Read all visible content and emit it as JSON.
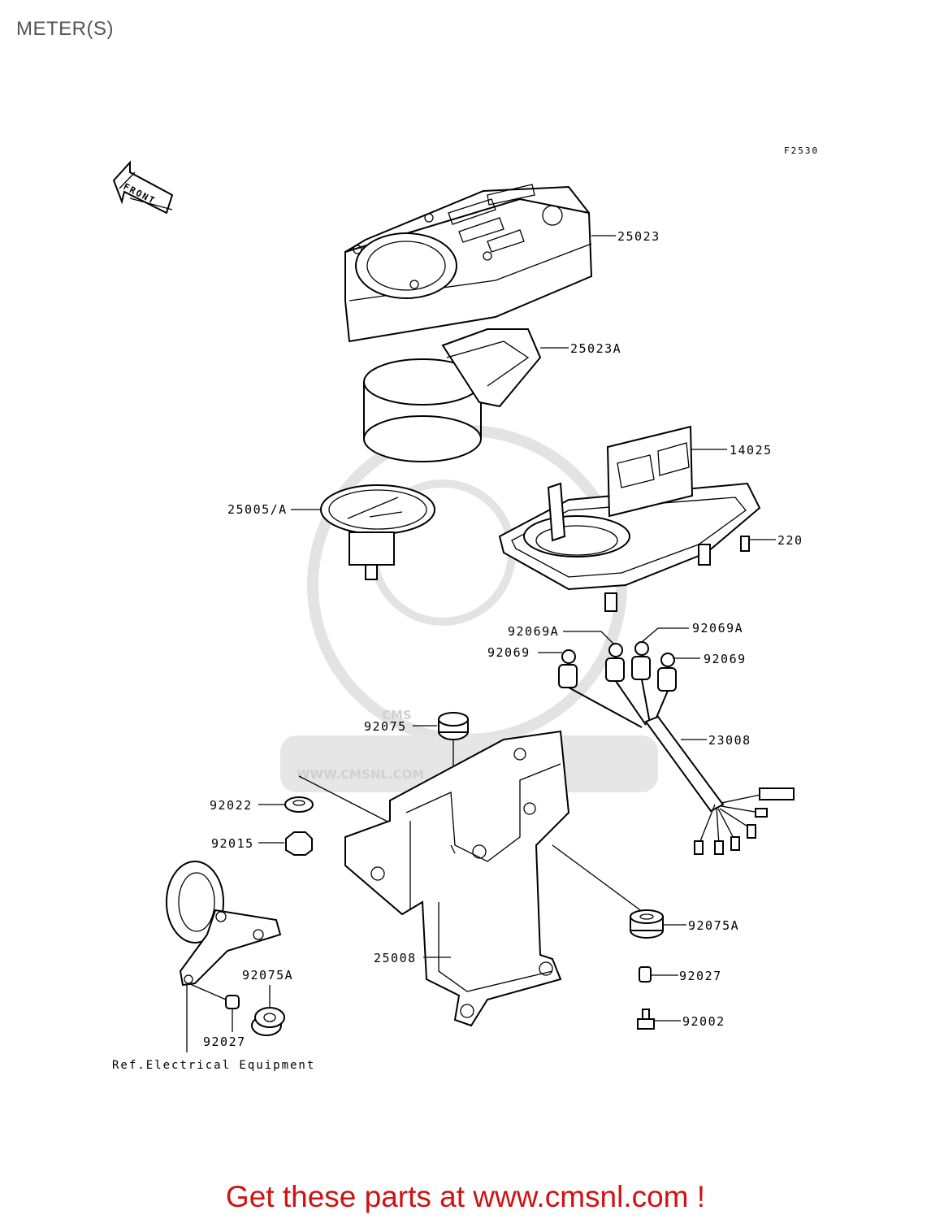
{
  "page_title": "METER(S)",
  "figure_code": "F2530",
  "front_arrow_label": "FRONT",
  "part_labels": {
    "p25023": "25023",
    "p25023A": "25023A",
    "p14025": "14025",
    "p25005A": "25005/A",
    "p220": "220",
    "p92069A_left": "92069A",
    "p92069A_right": "92069A",
    "p92069_left": "92069",
    "p92069_right": "92069",
    "p23008": "23008",
    "p92075": "92075",
    "p92022": "92022",
    "p92015": "92015",
    "p92075A_right": "92075A",
    "p25008": "25008",
    "p92075A_left": "92075A",
    "p92027_right": "92027",
    "p92002": "92002",
    "p92027_left": "92027"
  },
  "reference_note": "Ref.Electrical Equipment",
  "watermark": {
    "logo": "CMS",
    "url": "WWW.CMSNL.COM"
  },
  "footer_text": "Get these parts at www.cmsnl.com !"
}
